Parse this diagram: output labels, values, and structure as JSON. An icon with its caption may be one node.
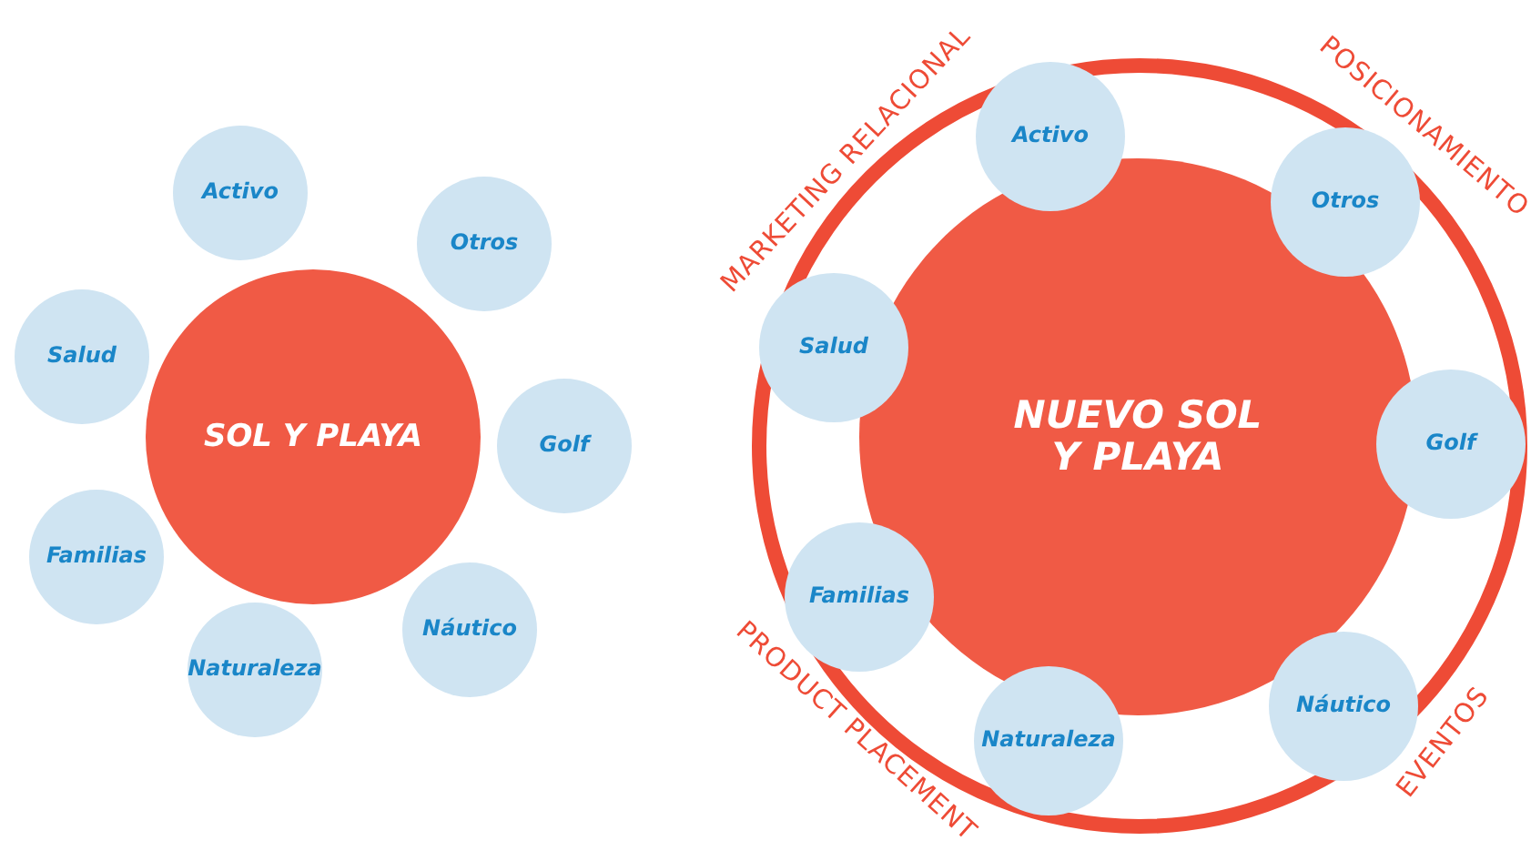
{
  "diagram": {
    "nodes": [
      {
        "text": [
          "SOL Y PLAYA"
        ]
      },
      {
        "text": [
          "Activo"
        ]
      },
      {
        "text": [
          "Otros"
        ]
      },
      {
        "text": [
          "Salud"
        ]
      },
      {
        "text": [
          "Golf"
        ]
      },
      {
        "text": [
          "Familias"
        ]
      },
      {
        "text": [
          "Náutico"
        ]
      },
      {
        "text": [
          "Naturaleza"
        ]
      },
      {
        "text": [
          "NUEVO SOL Y PLAYA"
        ]
      },
      {
        "text": [
          "Activo"
        ]
      },
      {
        "text": [
          "Otros"
        ]
      },
      {
        "text": [
          "Salud"
        ]
      },
      {
        "text": [
          "Golf"
        ]
      },
      {
        "text": [
          "Familias"
        ]
      },
      {
        "text": [
          "Náutico"
        ]
      },
      {
        "text": [
          "Naturaleza"
        ]
      }
    ],
    "edges": [],
    "labels": [
      "MARKETING RELACIONAL",
      "POSICIONAMIENTO",
      "PRODUCT PLACEMENT",
      "EVENTOS"
    ]
  }
}
